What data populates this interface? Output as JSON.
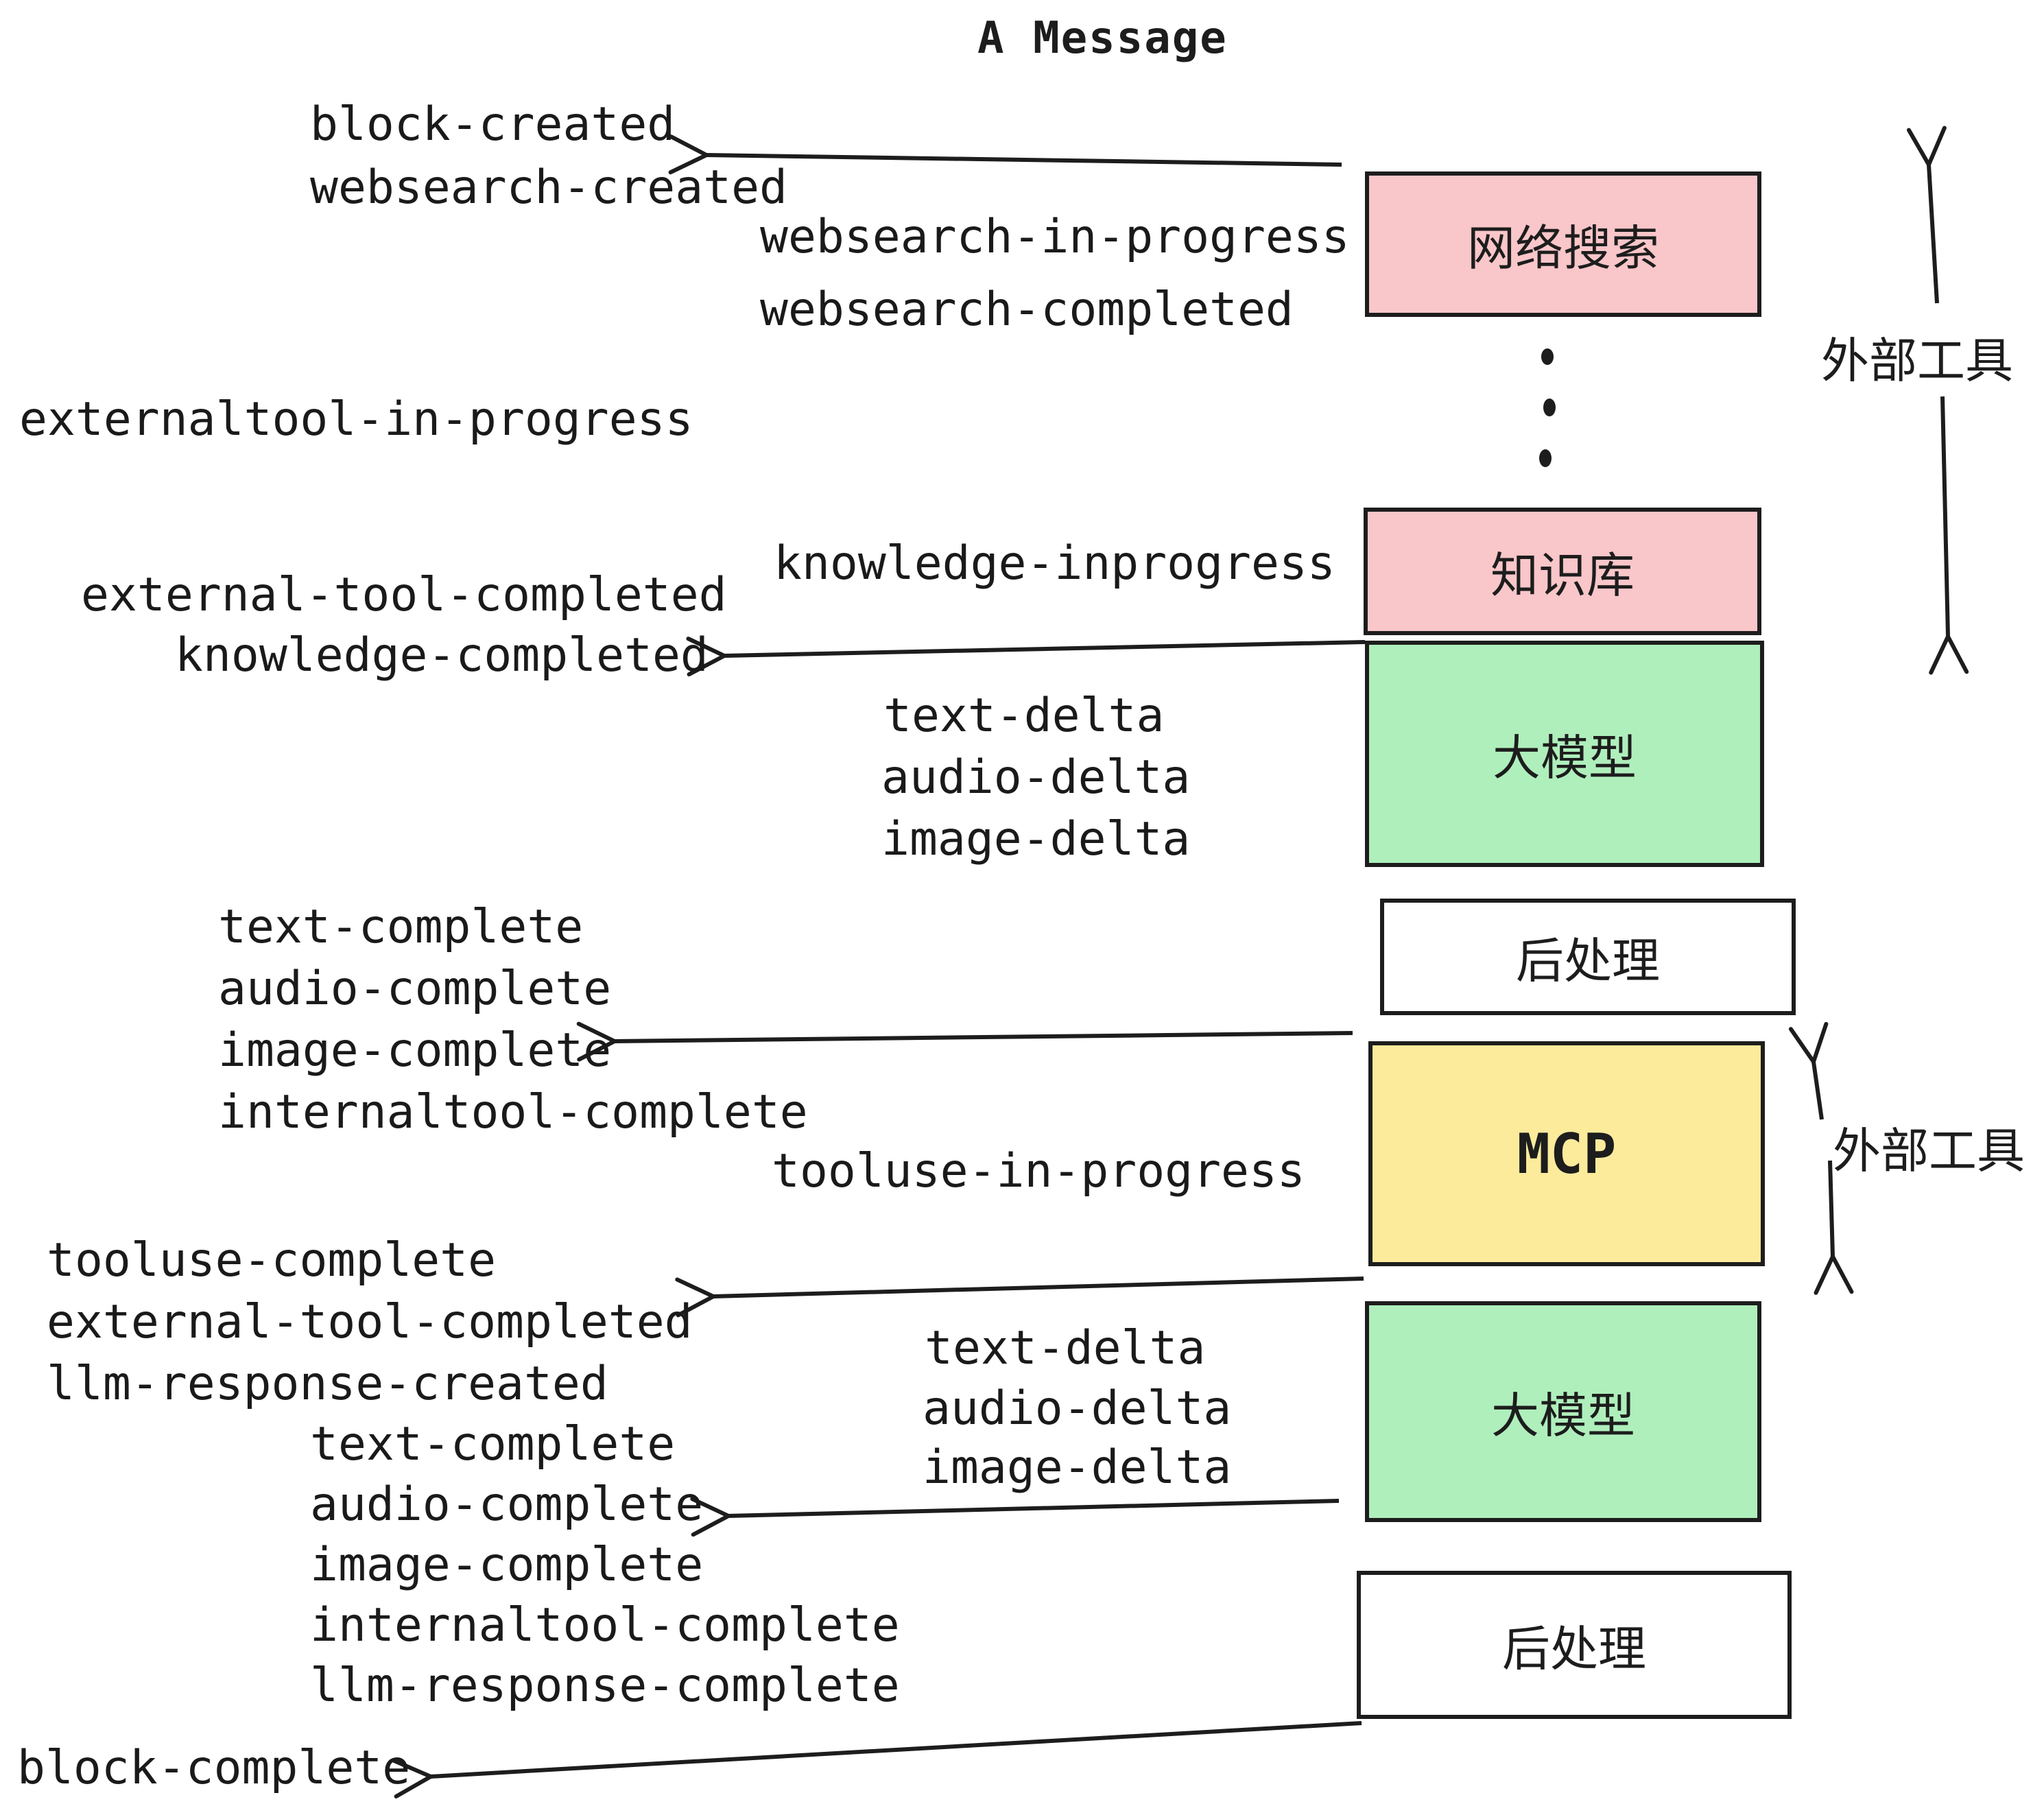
{
  "title": "A Message",
  "events": {
    "block_created": "block-created",
    "websearch_created": "websearch-created",
    "websearch_in_progress": "websearch-in-progress",
    "websearch_completed": "websearch-completed",
    "externaltool_in_progress": "externaltool-in-progress",
    "knowledge_inprogress": "knowledge-inprogress",
    "external_tool_completed": "external-tool-completed",
    "knowledge_completed": "knowledge-completed",
    "text_delta": "text-delta",
    "audio_delta": "audio-delta",
    "image_delta": "image-delta",
    "text_complete": "text-complete",
    "audio_complete": "audio-complete",
    "image_complete": "image-complete",
    "internaltool_complete": "internaltool-complete",
    "tooluse_in_progress": "tooluse-in-progress",
    "tooluse_complete": "tooluse-complete",
    "llm_response_created": "llm-response-created",
    "llm_response_complete": "llm-response-complete",
    "block_complete": "block-complete"
  },
  "boxes": {
    "websearch": {
      "label": "网络搜索",
      "color": "pink"
    },
    "knowledge": {
      "label": "知识库",
      "color": "pink"
    },
    "llm": {
      "label": "大模型",
      "color": "green"
    },
    "post": {
      "label": "后处理",
      "color": "white"
    },
    "mcp": {
      "label": "MCP",
      "color": "yellow"
    }
  },
  "annotations": {
    "external_tools": "外部工具"
  },
  "icons": {
    "vertical_ellipsis": "⋮",
    "left_arrow": "←",
    "up_arrow": "↑",
    "down_arrow": "↓"
  },
  "colors": {
    "pink": "#F9C6C9",
    "green": "#AFEFBC",
    "yellow": "#FDEB9C",
    "white": "#FFFFFF",
    "ink": "#1D1D1D"
  }
}
